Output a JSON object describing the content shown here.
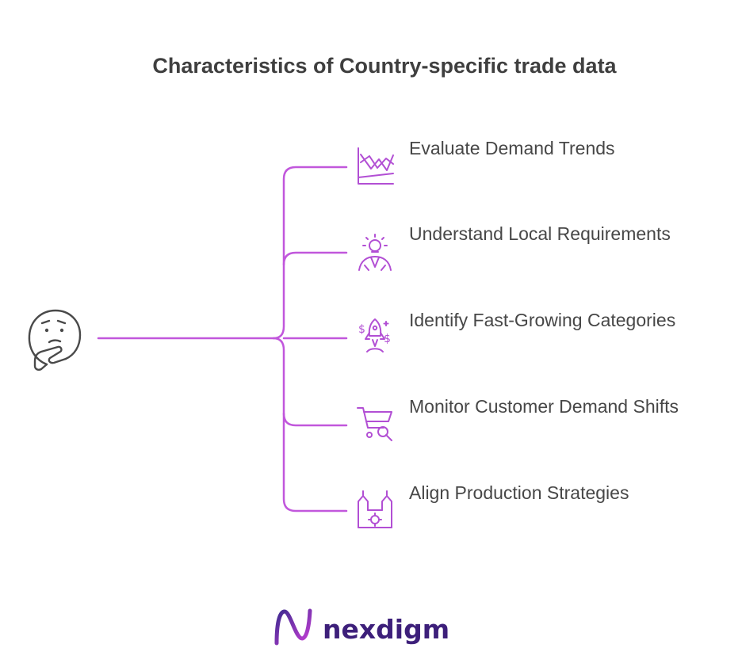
{
  "title": "Characteristics of Country-specific trade data",
  "central_icon": "thinking-face-icon",
  "items": [
    {
      "label": "Evaluate Demand Trends",
      "icon": "trend-chart-icon"
    },
    {
      "label": "Understand Local Requirements",
      "icon": "lightbulb-person-icon"
    },
    {
      "label": "Identify Fast-Growing Categories",
      "icon": "rocket-growth-icon"
    },
    {
      "label": "Monitor Customer Demand Shifts",
      "icon": "cart-search-icon"
    },
    {
      "label": "Align Production Strategies",
      "icon": "factory-gear-icon"
    }
  ],
  "brand": {
    "name": "nexdigm",
    "logo_icon": "nexdigm-logo-icon"
  },
  "colors": {
    "accent": "#c157dc",
    "text": "#474747",
    "title": "#3f3f3f",
    "brand": "#3d1f7a"
  }
}
